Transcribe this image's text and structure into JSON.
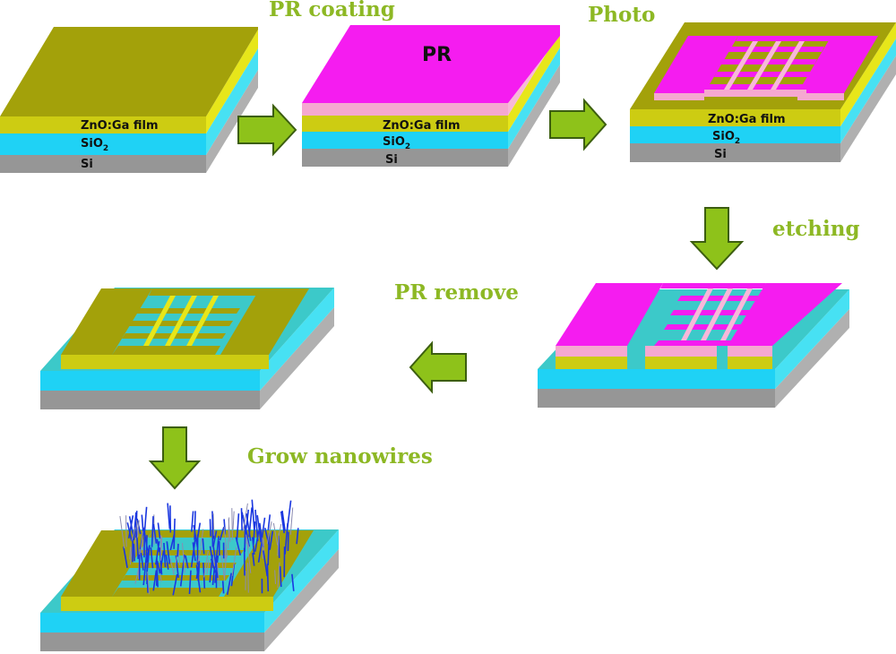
{
  "colors": {
    "zno_top": "#a3a10a",
    "zno_front": "#cdcc12",
    "zno_side": "#e7e61a",
    "sio2_front": "#1fd2f5",
    "sio2_side": "#47e1f3",
    "sio2_top": "#3cc9c9",
    "si_front": "#969696",
    "si_side": "#b0b0b0",
    "pr_top": "#f51cf0",
    "pr_front": "#f5a8d0",
    "pr_side": "#f7b8d9",
    "arrow_fill": "#8ec21a",
    "arrow_stroke": "#3c5e10",
    "nanowire": "#1a37e0",
    "nanowire_gray": "#8c8cb0",
    "label_green": "#8db824"
  },
  "steps": {
    "pr_coating": "PR coating",
    "photo": "Photo",
    "etching": "etching",
    "pr_remove": "PR remove",
    "grow_nanowires": "Grow nanowires"
  },
  "layers": {
    "zno_film": "ZnO:Ga  film",
    "sio2_base": "SiO",
    "sio2_sub": "2",
    "si": "Si",
    "pr": "PR"
  },
  "arrow_icons": [
    "arrow-right-icon",
    "arrow-right-icon",
    "arrow-down-icon",
    "arrow-left-icon",
    "arrow-down-icon"
  ]
}
